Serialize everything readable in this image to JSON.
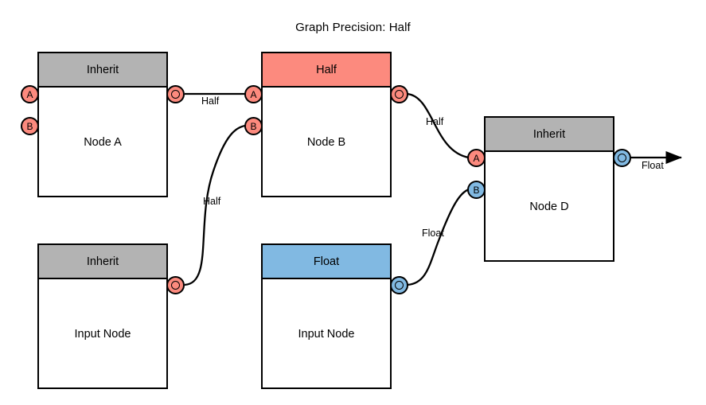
{
  "title": "Graph Precision: Half",
  "colors": {
    "half": "#FC8A7E",
    "float": "#81B9E2",
    "inherit": "#B3B3B3",
    "outline": "#000000",
    "background": "#FFFFFF"
  },
  "nodes": [
    {
      "id": "node-a",
      "name": "Node A",
      "header": "Inherit",
      "header_type": "inherit",
      "inputs": [
        {
          "label": "A",
          "type": "half",
          "style": "solid"
        },
        {
          "label": "B",
          "type": "half",
          "style": "solid"
        }
      ],
      "outputs": [
        {
          "label": "O",
          "type": "half",
          "style": "ring"
        }
      ]
    },
    {
      "id": "node-b",
      "name": "Node B",
      "header": "Half",
      "header_type": "half",
      "inputs": [
        {
          "label": "A",
          "type": "half",
          "style": "solid"
        },
        {
          "label": "B",
          "type": "half",
          "style": "solid"
        }
      ],
      "outputs": [
        {
          "label": "O",
          "type": "half",
          "style": "ring"
        }
      ]
    },
    {
      "id": "node-d",
      "name": "Node D",
      "header": "Inherit",
      "header_type": "inherit",
      "inputs": [
        {
          "label": "A",
          "type": "half",
          "style": "solid"
        },
        {
          "label": "B",
          "type": "float",
          "style": "solid"
        }
      ],
      "outputs": [
        {
          "label": "O",
          "type": "float",
          "style": "ring"
        }
      ]
    },
    {
      "id": "input-node-left",
      "name": "Input Node",
      "header": "Inherit",
      "header_type": "inherit",
      "inputs": [],
      "outputs": [
        {
          "label": "O",
          "type": "half",
          "style": "ring"
        }
      ]
    },
    {
      "id": "input-node-center",
      "name": "Input Node",
      "header": "Float",
      "header_type": "float",
      "inputs": [],
      "outputs": [
        {
          "label": "O",
          "type": "float",
          "style": "ring"
        }
      ]
    }
  ],
  "edges": [
    {
      "id": "edge-a-to-b",
      "from": "node-a.O",
      "to": "node-b.A",
      "label": "Half",
      "type": "half"
    },
    {
      "id": "edge-b-to-d",
      "from": "node-b.O",
      "to": "node-d.A",
      "label": "Half",
      "type": "half"
    },
    {
      "id": "edge-inputleft-to-b",
      "from": "input-node-left.O",
      "to": "node-b.B",
      "label": "Half",
      "type": "half"
    },
    {
      "id": "edge-inputcenter-to-d",
      "from": "input-node-center.O",
      "to": "node-d.B",
      "label": "Float",
      "type": "float"
    },
    {
      "id": "edge-d-output",
      "from": "node-d.O",
      "to": "graph-output",
      "label": "Float",
      "type": "float"
    }
  ]
}
